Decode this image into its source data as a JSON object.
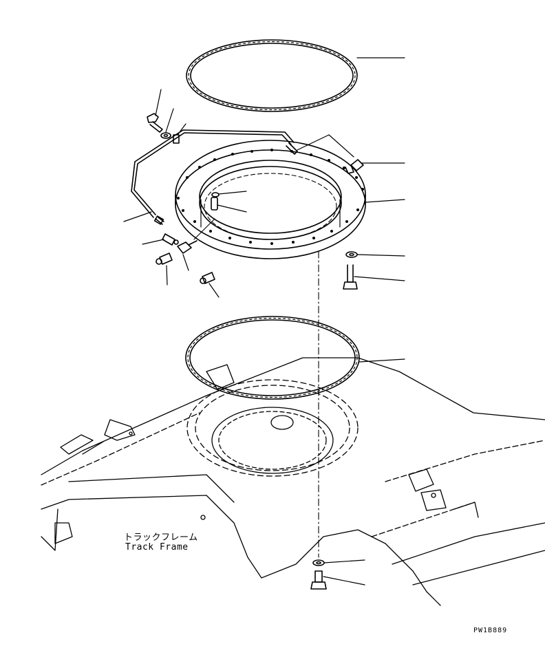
{
  "labels": {
    "frame_jp": "トラックフレーム",
    "frame_en": "Track Frame",
    "drawing_code": "PW1B889"
  },
  "colors": {
    "line": "#000000",
    "background": "#ffffff"
  }
}
